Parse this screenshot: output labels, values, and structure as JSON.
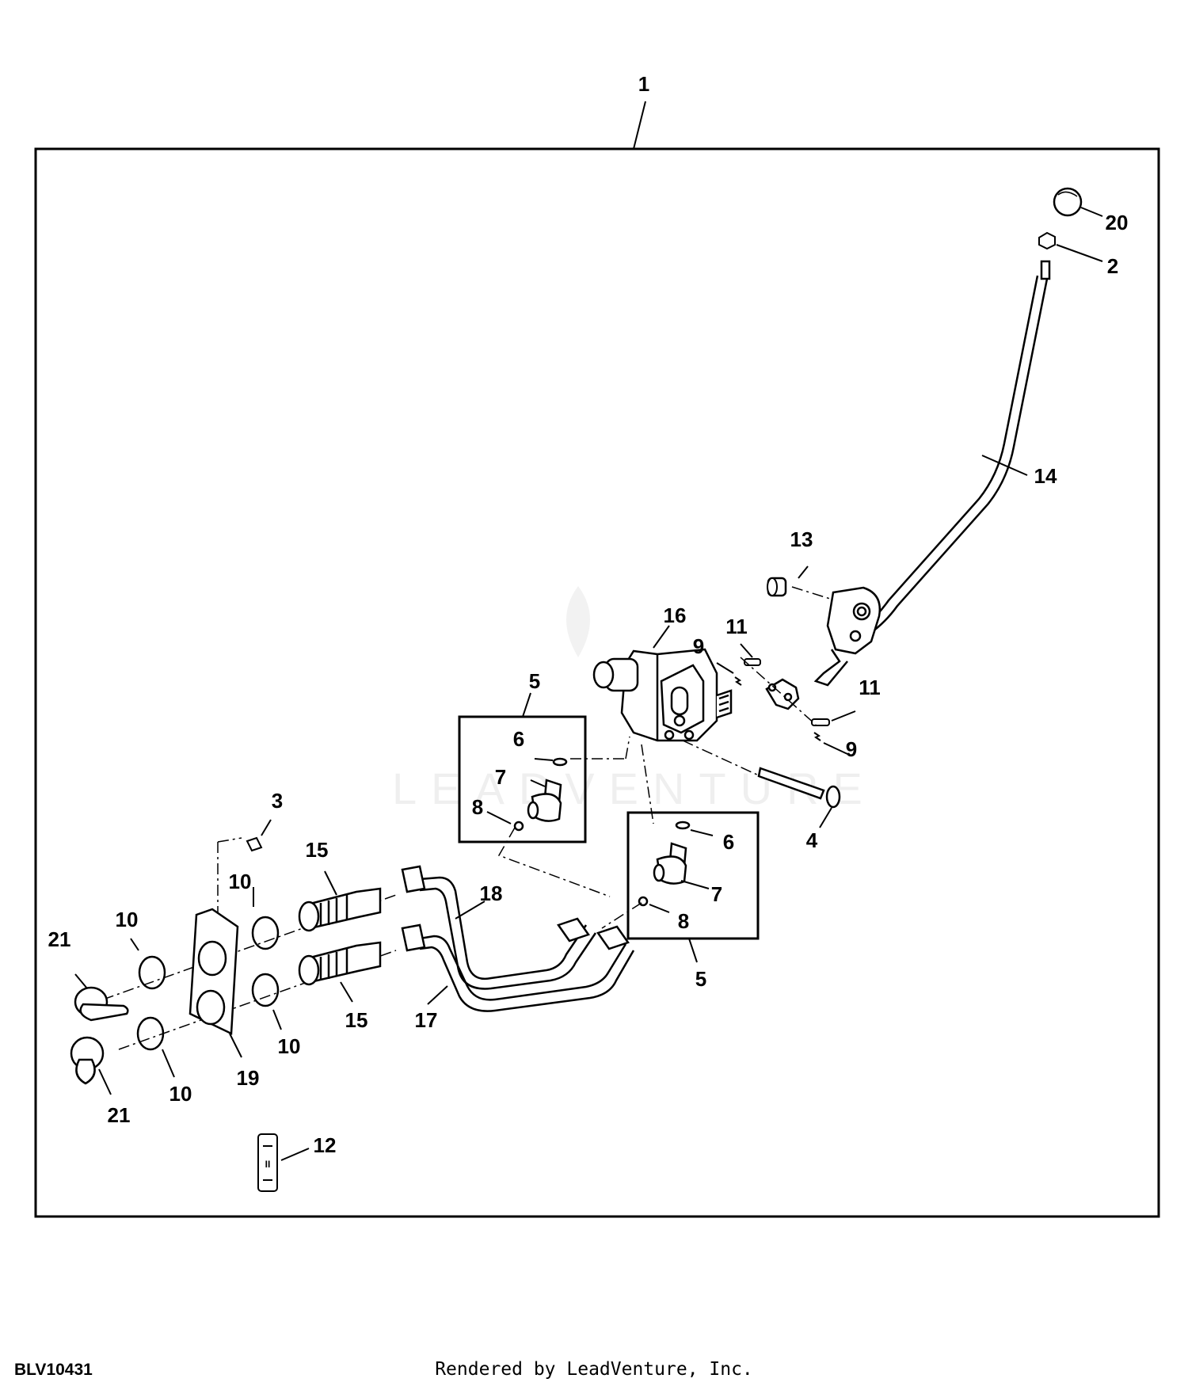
{
  "figure_id": "BLV10431",
  "footer_credit": "Rendered by LeadVenture, Inc.",
  "watermark": "LEADVENTURE",
  "callouts": [
    "1",
    "20",
    "2",
    "14",
    "13",
    "16",
    "11",
    "9",
    "11",
    "9",
    "5",
    "6",
    "7",
    "8",
    "4",
    "6",
    "7",
    "8",
    "5",
    "3",
    "15",
    "18",
    "10",
    "10",
    "21",
    "10",
    "15",
    "17",
    "10",
    "19",
    "10",
    "21",
    "12"
  ],
  "colors": {
    "line": "#000000",
    "background": "#ffffff",
    "watermark": "#e6e6e6"
  }
}
